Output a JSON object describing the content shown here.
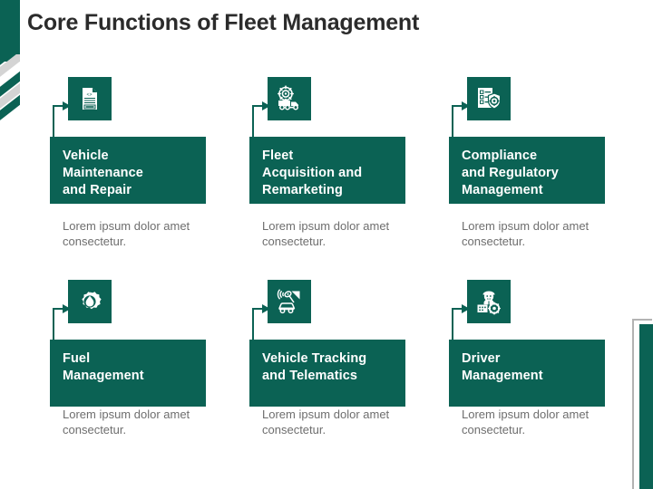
{
  "page": {
    "title": "Core Functions of Fleet Management",
    "background": "#ffffff",
    "accent": "#0b6254",
    "title_color": "#2b2b2b",
    "body_text_color": "#6e6e6e",
    "decor_grey": "#d4d4d4"
  },
  "cards": [
    {
      "icon": "document-file-icon",
      "title_lines": [
        "Vehicle",
        "Maintenance",
        "and Repair"
      ],
      "description": "Lorem ipsum dolor amet consectetur."
    },
    {
      "icon": "truck-gear-icon",
      "title_lines": [
        "Fleet",
        "Acquisition and",
        "Remarketing"
      ],
      "description": "Lorem ipsum dolor amet consectetur."
    },
    {
      "icon": "clipboard-shield-gear-icon",
      "title_lines": [
        "Compliance",
        "and Regulatory",
        "Management"
      ],
      "description": "Lorem ipsum dolor amet consectetur."
    },
    {
      "icon": "gear-fuel-drop-icon",
      "title_lines": [
        "Fuel",
        "Management"
      ],
      "description": "Lorem ipsum dolor amet consectetur."
    },
    {
      "icon": "car-satellite-signal-icon",
      "title_lines": [
        "Vehicle Tracking",
        "and Telematics"
      ],
      "description": "Lorem ipsum dolor amet consectetur."
    },
    {
      "icon": "driver-person-gear-icon",
      "title_lines": [
        "Driver",
        "Management"
      ],
      "description": "Lorem ipsum dolor amet consectetur."
    }
  ],
  "decorations": {
    "left_edge": "teal-striped-vertical-bar",
    "right_edge": "teal-outlined-vertical-bar"
  }
}
